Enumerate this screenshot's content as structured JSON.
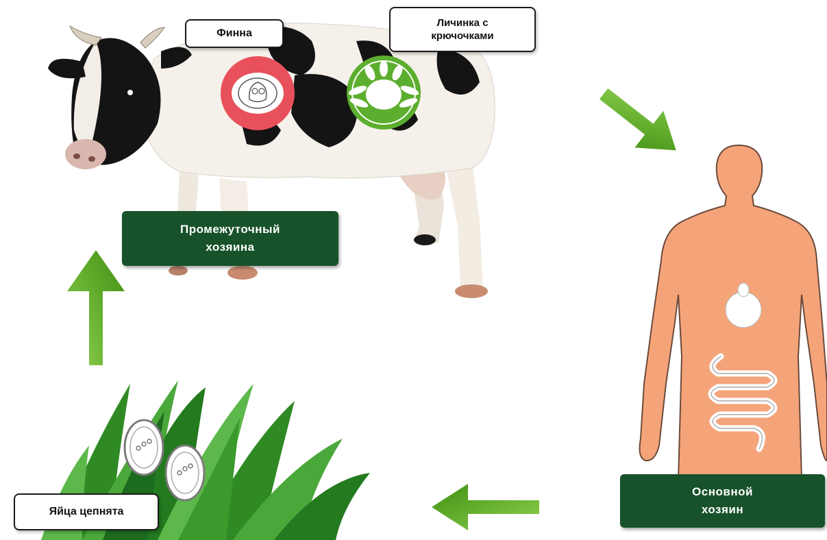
{
  "labels": {
    "finna": "Финна",
    "larva_line1": "Личинка с",
    "larva_line2": "крючочками",
    "intermediate_line1": "Промежуточный",
    "intermediate_line2": "хозяина",
    "main_line1": "Основной",
    "main_line2": "хозяин",
    "eggs": "Яйца цепнята"
  },
  "colors": {
    "arrow_green": "#5aab1e",
    "box_green": "#17522a",
    "finna_circle": "#e8505b",
    "larva_circle": "#5cae2e",
    "human_skin": "#f5a47a"
  },
  "icons": {
    "cow": "cow-illustration",
    "human": "human-silhouette",
    "grass": "grass-tuft",
    "eggs": "egg-icon",
    "finna": "cysticercus-icon",
    "larva": "hooked-larva-icon"
  }
}
